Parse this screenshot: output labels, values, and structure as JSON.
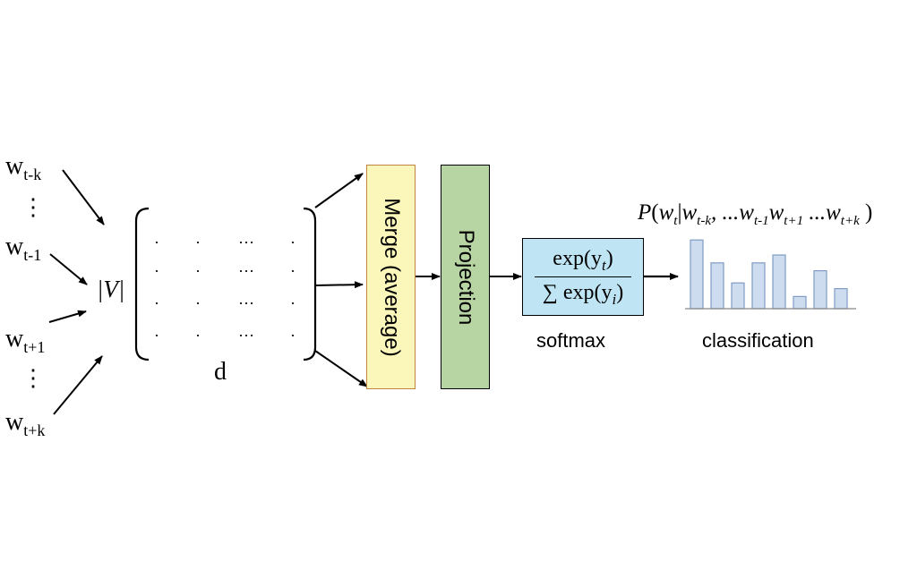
{
  "inputs": {
    "w_tk": {
      "base": "w",
      "sub": "t-k"
    },
    "w_t1": {
      "base": "w",
      "sub": "t-1"
    },
    "w_tp1": {
      "base": "w",
      "sub": "t+1"
    },
    "w_tpk": {
      "base": "w",
      "sub": "t+k"
    },
    "dots": "⋮"
  },
  "matrix": {
    "rows_label": "|V|",
    "cols_label": "d",
    "cell_dot": "·",
    "cell_ellipsis": "···"
  },
  "merge": {
    "label": "Merge (average)",
    "color": "#fbf6b9",
    "border": "#c0843f"
  },
  "projection": {
    "label": "Projection",
    "color": "#b7d5a3",
    "border": "#000000"
  },
  "softmax": {
    "numerator": "exp(y",
    "numerator_sub": "t",
    "denominator": "∑ exp(y",
    "denominator_sub": "i",
    "close_paren": ")",
    "caption": "softmax",
    "color": "#bfe5f5"
  },
  "classification": {
    "caption": "classification",
    "bar_fill": "#cddcef",
    "bar_stroke": "#7f9cc4",
    "bar_values": [
      0.96,
      0.64,
      0.36,
      0.64,
      0.75,
      0.17,
      0.53,
      0.28
    ]
  },
  "probability": {
    "P": "P",
    "open": "(",
    "w1": "w",
    "w1_sub": "t",
    "bar": "|",
    "w2": "w",
    "w2_sub": "t-k",
    "sep": ", ...",
    "w3": "w",
    "w3_sub": "t-1",
    "w4": "w",
    "w4_sub": "t+1",
    "mid": " ...",
    "w5": "w",
    "w5_sub": "t+k",
    "close": " )"
  }
}
